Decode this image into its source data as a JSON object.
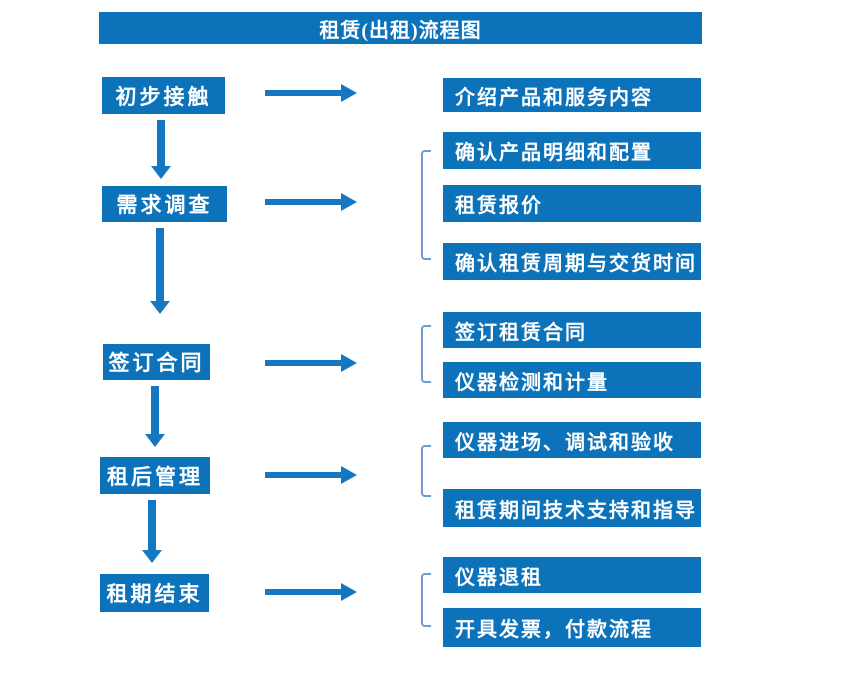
{
  "title": "租赁(出租)流程图",
  "colors": {
    "primary_blue": "#0C72B9",
    "arrow_blue": "#1577C2",
    "bracket_blue": "#6E9BD0",
    "text_white": "#FFFFFF"
  },
  "flow": {
    "steps": [
      {
        "label": "初步接触",
        "details": [
          "介绍产品和服务内容"
        ]
      },
      {
        "label": "需求调查",
        "details": [
          "确认产品明细和配置",
          "租赁报价",
          "确认租赁周期与交货时间"
        ]
      },
      {
        "label": "签订合同",
        "details": [
          "签订租赁合同",
          "仪器检测和计量"
        ]
      },
      {
        "label": "租后管理",
        "details": [
          "仪器进场、调试和验收",
          "租赁期间技术支持和指导"
        ]
      },
      {
        "label": "租期结束",
        "details": [
          "仪器退租",
          "开具发票，付款流程"
        ]
      }
    ]
  }
}
